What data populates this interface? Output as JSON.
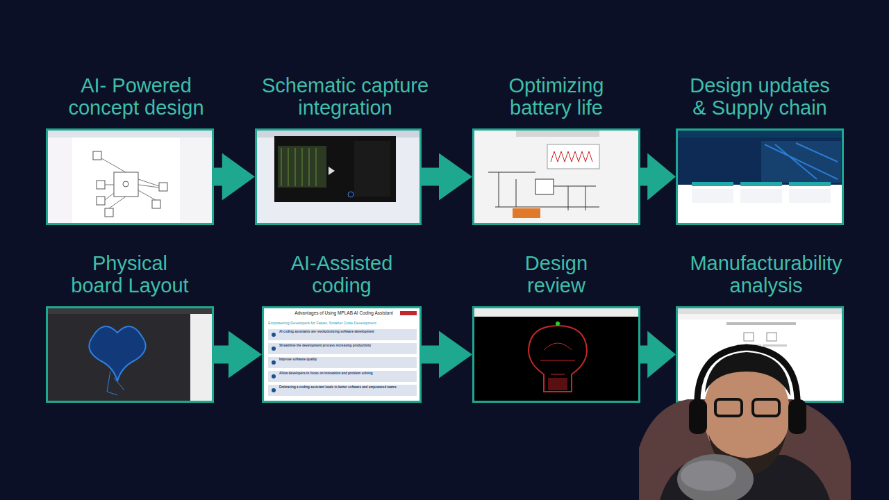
{
  "diagram": {
    "nodes": [
      {
        "text": [
          "AI- Powered concept design"
        ]
      },
      {
        "text": [
          "Schematic capture integration"
        ]
      },
      {
        "text": [
          "Optimizing battery life"
        ]
      },
      {
        "text": [
          "Design updates & Supply chain"
        ]
      },
      {
        "text": [
          "Physical board Layout"
        ]
      },
      {
        "text": [
          "AI-Assisted coding"
        ]
      },
      {
        "text": [
          "Design review"
        ]
      },
      {
        "text": [
          "Manufacturability analysis"
        ]
      }
    ],
    "edges": [
      {
        "from": 0,
        "to": 1,
        "arrow": "to"
      },
      {
        "from": 1,
        "to": 2,
        "arrow": "to"
      },
      {
        "from": 2,
        "to": 3,
        "arrow": "to"
      },
      {
        "from": 4,
        "to": 5,
        "arrow": "to"
      },
      {
        "from": 5,
        "to": 6,
        "arrow": "to"
      },
      {
        "from": 6,
        "to": 7,
        "arrow": "to"
      }
    ],
    "labels": [
      "Advantages of Using MPLAB AI Coding Assistant",
      "Empowering Developers for Faster, Smarter Code Development",
      "AI coding assistants are revolutionizing software development",
      "Streamline the development process increasing productivity",
      "Improve software quality",
      "Allow developers to focus on innovation and problem solving",
      "Embracing a coding assistant leads to better software and empowered teams"
    ]
  }
}
